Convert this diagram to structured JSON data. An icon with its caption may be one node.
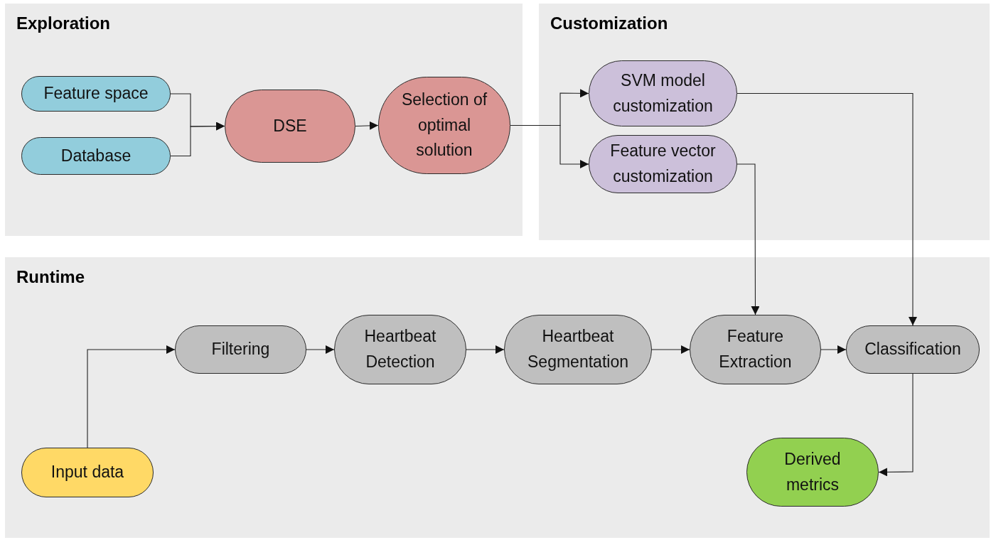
{
  "diagram": {
    "nodes": [
      {
        "text": [
          "Exploration"
        ]
      },
      {
        "text": [
          "Feature space"
        ],
        "in": 0
      },
      {
        "text": [
          "Database"
        ],
        "in": 0
      },
      {
        "text": [
          "DSE"
        ],
        "in": 0
      },
      {
        "text": [
          "Selection of optimal solution"
        ],
        "in": 0
      },
      {
        "text": [
          "Customization"
        ]
      },
      {
        "text": [
          "SVM model customization"
        ],
        "in": 5
      },
      {
        "text": [
          "Feature vector customization"
        ],
        "in": 5
      },
      {
        "text": [
          "Runtime"
        ]
      },
      {
        "text": [
          "Input data"
        ],
        "in": 8
      },
      {
        "text": [
          "Filtering"
        ],
        "in": 8
      },
      {
        "text": [
          "Heartbeat Detection"
        ],
        "in": 8
      },
      {
        "text": [
          "Heartbeat Segmentation"
        ],
        "in": 8
      },
      {
        "text": [
          "Feature Extraction"
        ],
        "in": 8
      },
      {
        "text": [
          "Classification"
        ],
        "in": 8
      },
      {
        "text": [
          "Derived metrics"
        ],
        "in": 8
      }
    ],
    "edges": [
      {
        "from": 1,
        "to": 3,
        "arrow": "to"
      },
      {
        "from": 2,
        "to": 3,
        "arrow": "to"
      },
      {
        "from": 3,
        "to": 4,
        "arrow": "to"
      },
      {
        "from": 4,
        "to": 6,
        "arrow": "to"
      },
      {
        "from": 4,
        "to": 7,
        "arrow": "to"
      },
      {
        "from": 6,
        "to": 14,
        "arrow": "to"
      },
      {
        "from": 7,
        "to": 13,
        "arrow": "to"
      },
      {
        "from": 9,
        "to": 10,
        "arrow": "to"
      },
      {
        "from": 10,
        "to": 11,
        "arrow": "to"
      },
      {
        "from": 11,
        "to": 12,
        "arrow": "to"
      },
      {
        "from": 12,
        "to": 13,
        "arrow": "to"
      },
      {
        "from": 13,
        "to": 14,
        "arrow": "to"
      },
      {
        "from": 14,
        "to": 15,
        "arrow": "to"
      }
    ]
  }
}
